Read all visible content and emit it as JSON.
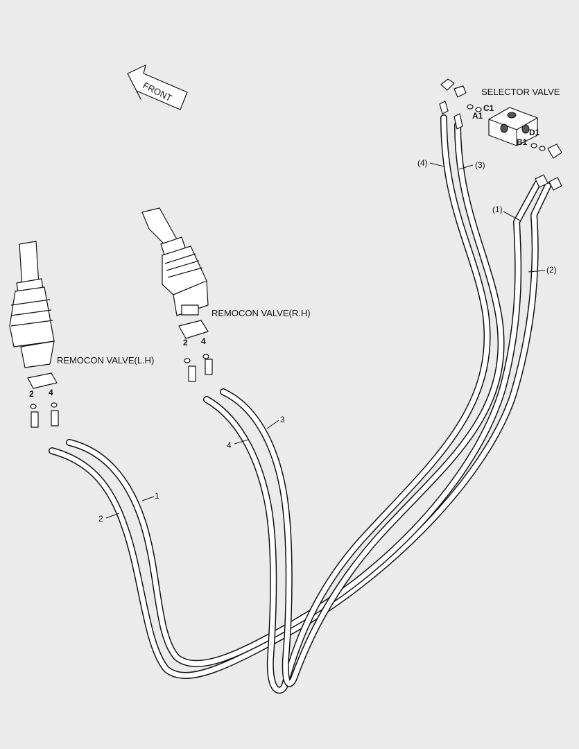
{
  "labels": {
    "front": "FRONT",
    "selector_valve": "SELECTOR VALVE",
    "remocon_rh": "REMOCON VALVE(R.H)",
    "remocon_lh": "REMOCON VALVE(L.H)"
  },
  "ports": {
    "c1": "C1",
    "a1": "A1",
    "d1": "D1",
    "b1": "B1"
  },
  "callouts": {
    "p1": "(1)",
    "p2": "(2)",
    "p3": "(3)",
    "p4": "(4)",
    "h1": "1",
    "h2": "2",
    "h3": "3",
    "h4": "4",
    "lh_2": "2",
    "lh_4": "4",
    "rh_2": "2",
    "rh_4": "4"
  }
}
